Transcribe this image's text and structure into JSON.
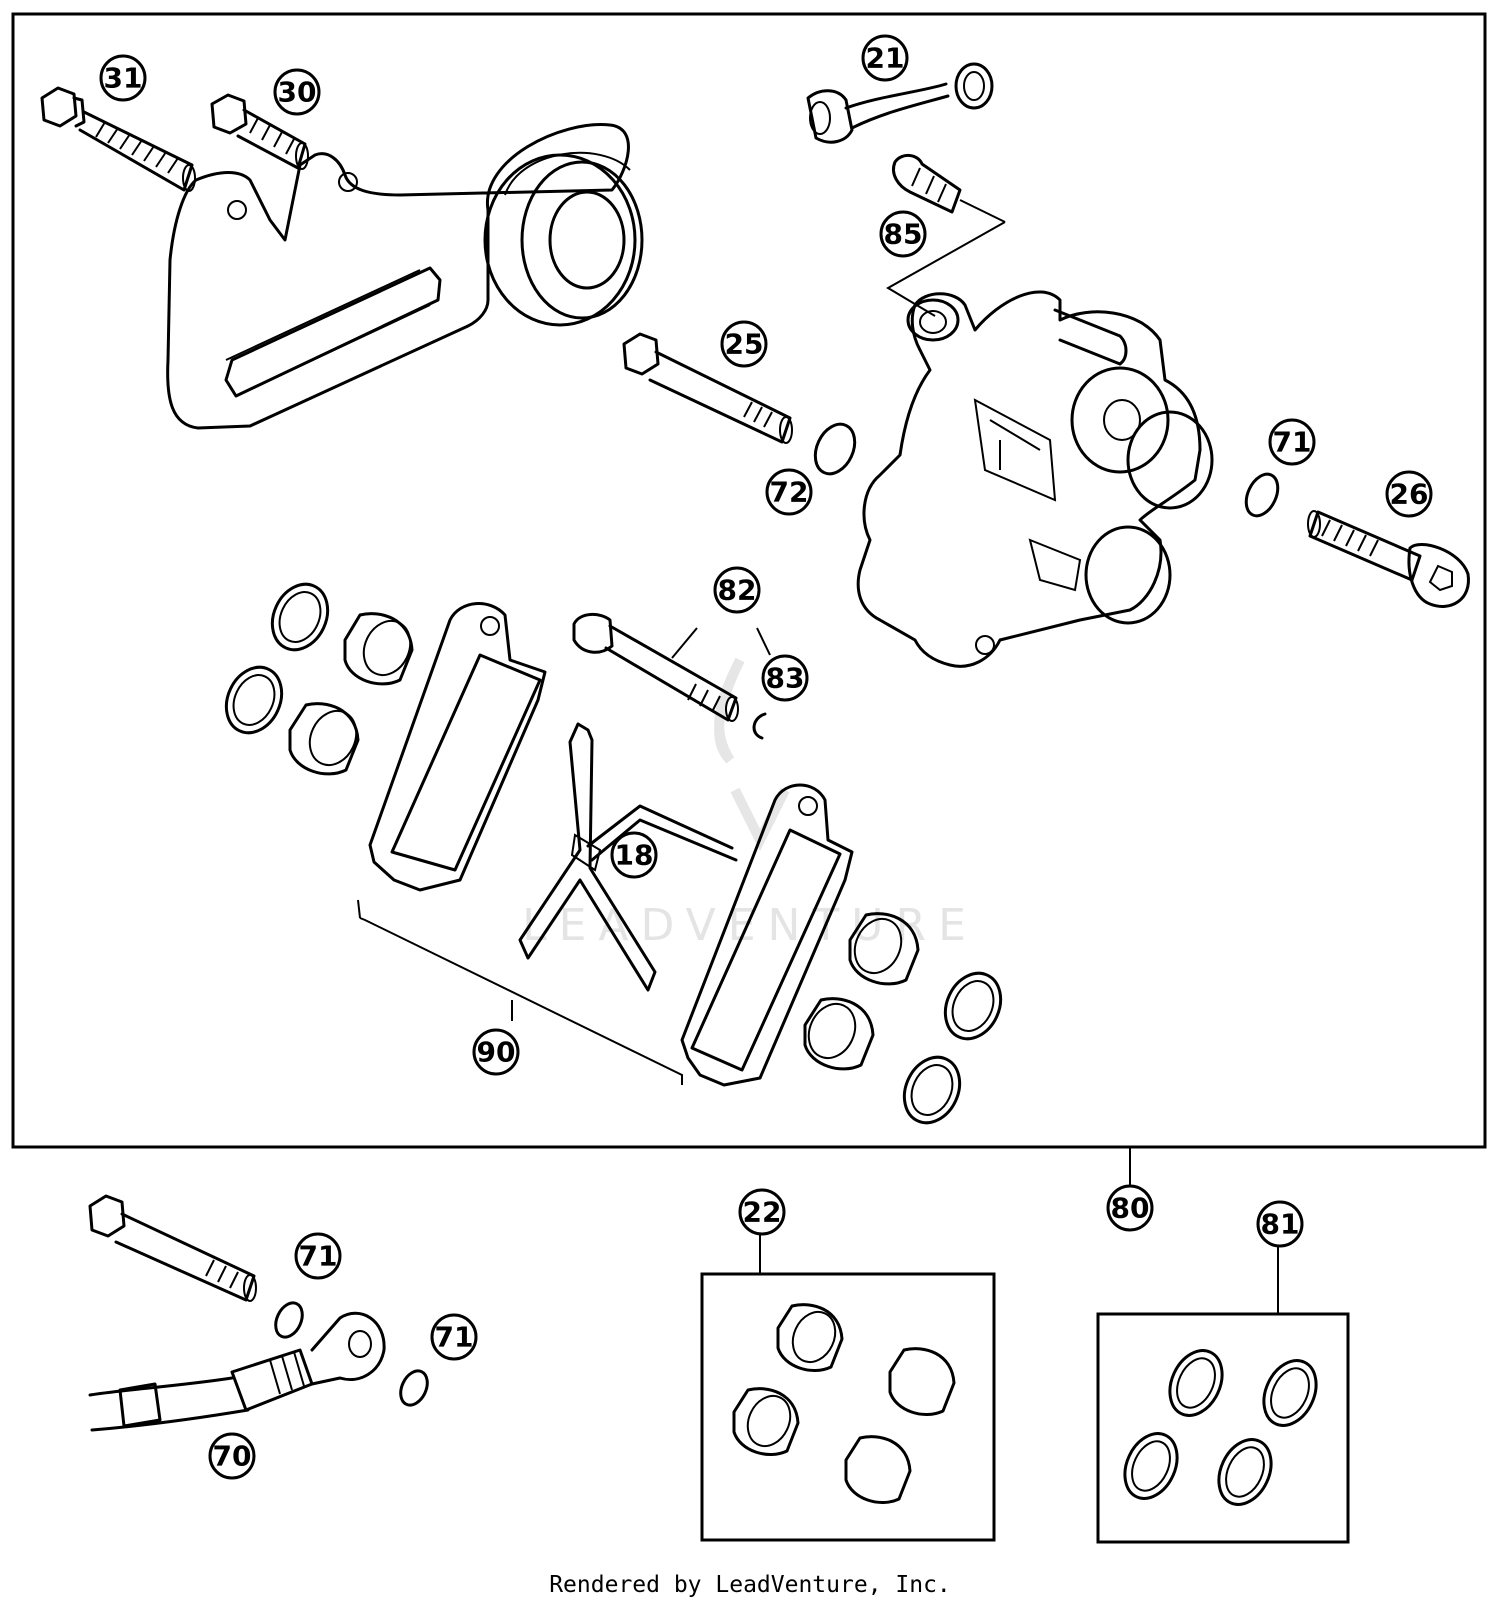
{
  "diagram": {
    "callouts": [
      "31",
      "30",
      "21",
      "85",
      "25",
      "72",
      "71",
      "26",
      "82",
      "83",
      "18",
      "90",
      "80",
      "71",
      "71",
      "70",
      "22",
      "81"
    ],
    "watermark": "LEADVENTURE",
    "footer": "Rendered by LeadVenture, Inc."
  }
}
